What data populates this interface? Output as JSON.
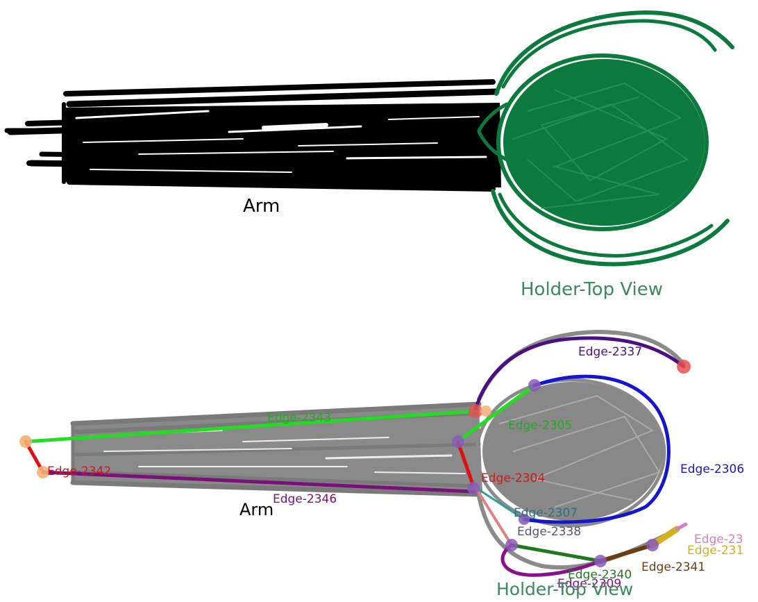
{
  "top_panel": {
    "arm_label": "Arm",
    "holder_label": "Holder-Top View"
  },
  "bottom_panel": {
    "arm_label": "Arm",
    "holder_label": "Holder-Top View",
    "edges": [
      {
        "id": "e2337",
        "label": "Edge-2337",
        "color": "#4b0f82"
      },
      {
        "id": "e2343",
        "label": "Edge-2343",
        "color": "#22dd22"
      },
      {
        "id": "e2305",
        "label": "Edge-2305",
        "color": "#22dd22"
      },
      {
        "id": "e2306",
        "label": "Edge-2306",
        "color": "#1515d0"
      },
      {
        "id": "e2342",
        "label": "Edge-2342",
        "color": "#e01010"
      },
      {
        "id": "e2304",
        "label": "Edge-2304",
        "color": "#e01010"
      },
      {
        "id": "e2346",
        "label": "Edge-2346",
        "color": "#7a107a"
      },
      {
        "id": "e2307",
        "label": "Edge-2307",
        "color": "#2a9fa0"
      },
      {
        "id": "e2338",
        "label": "Edge-2338",
        "color": "#e28080"
      },
      {
        "id": "e2340",
        "label": "Edge-2340",
        "color": "#1f7a1f"
      },
      {
        "id": "e2309",
        "label": "Edge-2309",
        "color": "#8a108a"
      },
      {
        "id": "e2341",
        "label": "Edge-2341",
        "color": "#6b3d10"
      },
      {
        "id": "e23a",
        "label": "Edge-23",
        "color": "#d080c0"
      },
      {
        "id": "e231",
        "label": "Edge-231",
        "color": "#d4b020"
      }
    ]
  }
}
